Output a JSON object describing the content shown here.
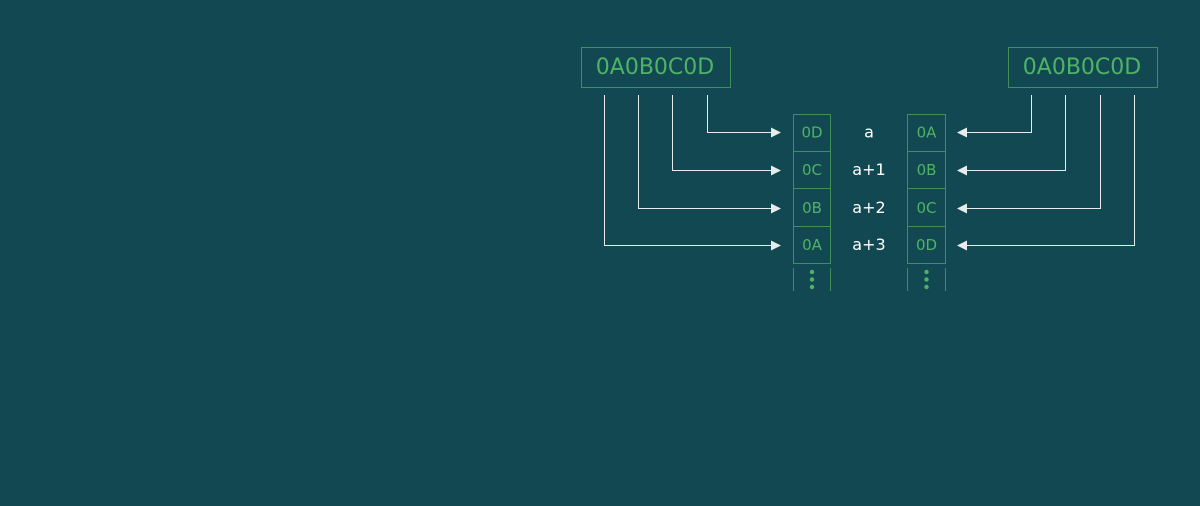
{
  "colors": {
    "background": "#124852",
    "box_border": "#3F8F5A",
    "box_text": "#4FB365",
    "line": "#E6ECEC",
    "label_text": "#FFFFFF"
  },
  "left_register": {
    "value": "0A0B0C0D",
    "memory_bytes": [
      "0D",
      "0C",
      "0B",
      "0A"
    ]
  },
  "right_register": {
    "value": "0A0B0C0D",
    "memory_bytes": [
      "0A",
      "0B",
      "0C",
      "0D"
    ]
  },
  "addresses": [
    "a",
    "a+1",
    "a+2",
    "a+3"
  ],
  "continuation_icon": "vertical-ellipsis-icon"
}
